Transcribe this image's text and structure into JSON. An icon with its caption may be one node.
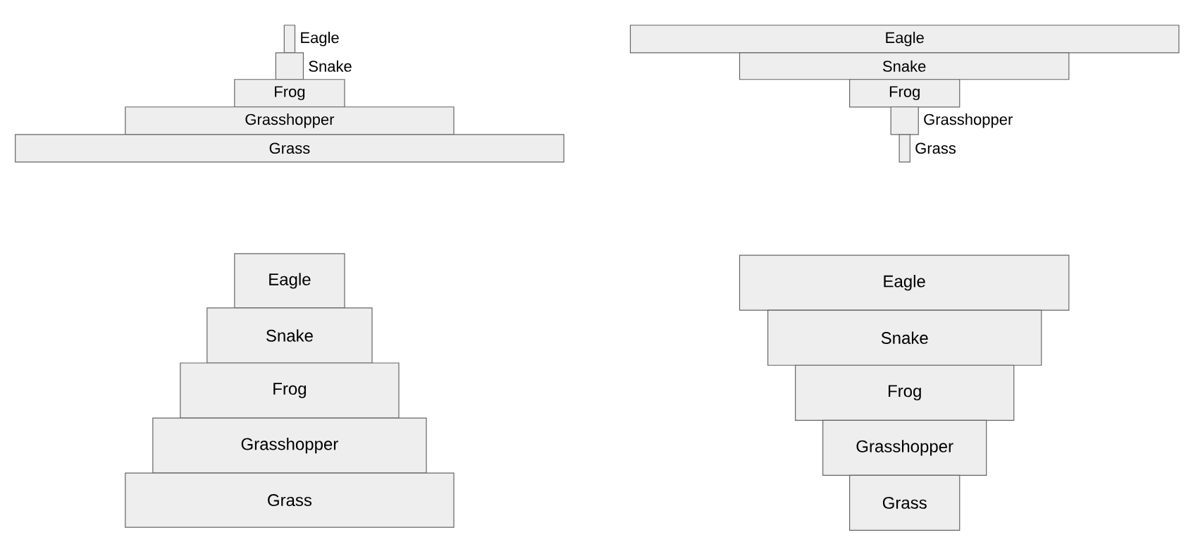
{
  "diagram": {
    "nodes": [
      {
        "text": [],
        "shape": "bar",
        "beside": [
          "Eagle"
        ]
      },
      {
        "text": [],
        "shape": "bar",
        "beside": [
          "Snake"
        ]
      },
      {
        "text": [
          "Frog"
        ]
      },
      {
        "text": [
          "Grasshopper"
        ]
      },
      {
        "text": [
          "Grass"
        ]
      },
      {
        "text": [
          "Eagle"
        ]
      },
      {
        "text": [
          "Snake"
        ]
      },
      {
        "text": [
          "Frog"
        ]
      },
      {
        "text": [],
        "shape": "bar",
        "beside": [
          "Grasshopper"
        ]
      },
      {
        "text": [],
        "shape": "bar",
        "beside": [
          "Grass"
        ]
      },
      {
        "text": [
          "Eagle"
        ]
      },
      {
        "text": [
          "Snake"
        ]
      },
      {
        "text": [
          "Frog"
        ]
      },
      {
        "text": [
          "Grasshopper"
        ]
      },
      {
        "text": [
          "Grass"
        ]
      },
      {
        "text": [
          "Eagle"
        ]
      },
      {
        "text": [
          "Snake"
        ]
      },
      {
        "text": [
          "Frog"
        ]
      },
      {
        "text": [
          "Grasshopper"
        ]
      },
      {
        "text": [
          "Grass"
        ]
      }
    ]
  }
}
